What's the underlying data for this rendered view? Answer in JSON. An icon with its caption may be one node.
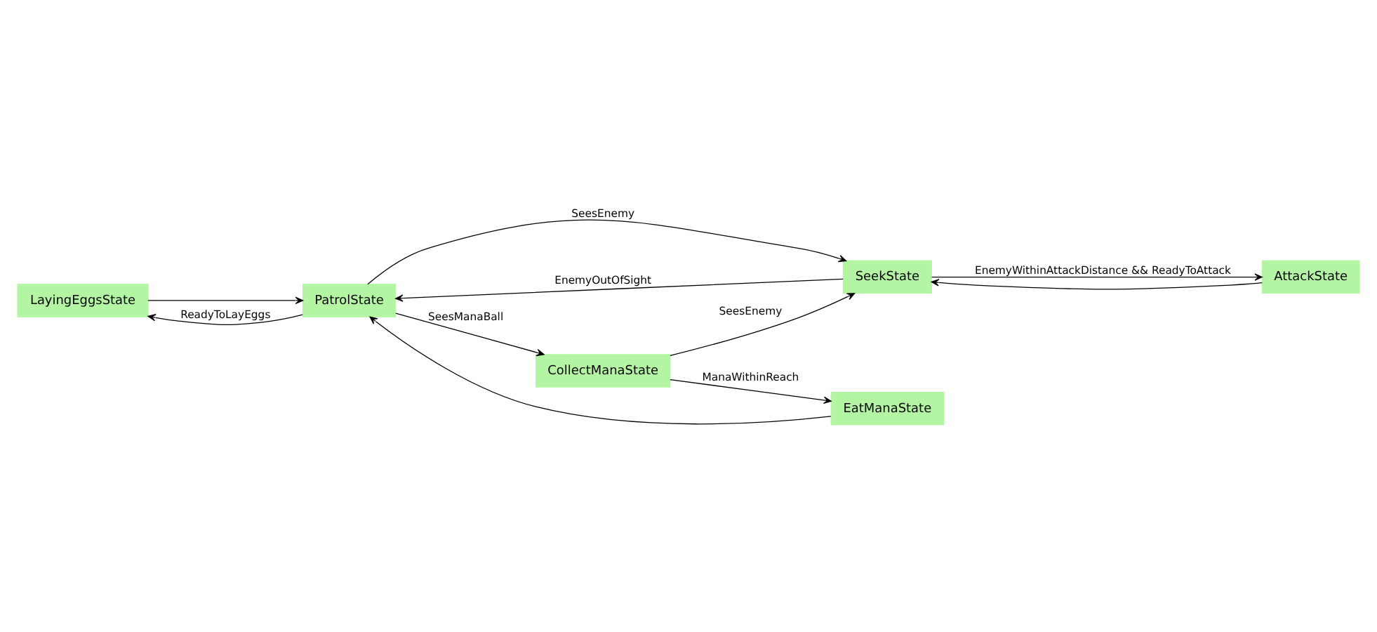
{
  "diagram": {
    "nodes": [
      {
        "text": [
          "LayingEggsState"
        ]
      },
      {
        "text": [
          "PatrolState"
        ]
      },
      {
        "text": [
          "SeekState"
        ]
      },
      {
        "text": [
          "AttackState"
        ]
      },
      {
        "text": [
          "CollectManaState"
        ]
      },
      {
        "text": [
          "EatManaState"
        ]
      }
    ],
    "edges": [
      {
        "from": 1,
        "to": 0,
        "arrow": "to",
        "label": "ReadyToLayEggs"
      },
      {
        "from": 0,
        "to": 1,
        "arrow": "to"
      },
      {
        "from": 1,
        "to": 2,
        "arrow": "to",
        "label": "SeesEnemy"
      },
      {
        "from": 2,
        "to": 1,
        "arrow": "to",
        "label": "EnemyOutOfSight"
      },
      {
        "from": 2,
        "to": 3,
        "arrow": "to",
        "label": "EnemyWithinAttackDistance && ReadyToAttack"
      },
      {
        "from": 3,
        "to": 2,
        "arrow": "to"
      },
      {
        "from": 1,
        "to": 4,
        "arrow": "to",
        "label": "SeesManaBall"
      },
      {
        "from": 4,
        "to": 2,
        "arrow": "to",
        "label": "SeesEnemy"
      },
      {
        "from": 4,
        "to": 5,
        "arrow": "to",
        "label": "ManaWithinReach"
      },
      {
        "from": 5,
        "to": 1,
        "arrow": "to"
      }
    ]
  }
}
